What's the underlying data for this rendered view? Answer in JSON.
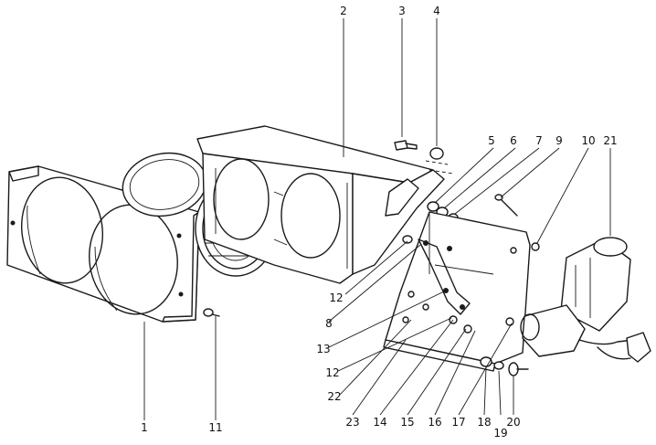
{
  "callouts": [
    {
      "id": "c1",
      "label": "1"
    },
    {
      "id": "c2",
      "label": "2"
    },
    {
      "id": "c3",
      "label": "3"
    },
    {
      "id": "c4",
      "label": "4"
    },
    {
      "id": "c5",
      "label": "5"
    },
    {
      "id": "c6",
      "label": "6"
    },
    {
      "id": "c7",
      "label": "7"
    },
    {
      "id": "c8",
      "label": "8"
    },
    {
      "id": "c9",
      "label": "9"
    },
    {
      "id": "c10",
      "label": "10"
    },
    {
      "id": "c11",
      "label": "11"
    },
    {
      "id": "c12a",
      "label": "12"
    },
    {
      "id": "c12b",
      "label": "12"
    },
    {
      "id": "c13",
      "label": "13"
    },
    {
      "id": "c14",
      "label": "14"
    },
    {
      "id": "c15",
      "label": "15"
    },
    {
      "id": "c16",
      "label": "16"
    },
    {
      "id": "c17",
      "label": "17"
    },
    {
      "id": "c18",
      "label": "18"
    },
    {
      "id": "c19",
      "label": "19"
    },
    {
      "id": "c20",
      "label": "20"
    },
    {
      "id": "c21",
      "label": "21"
    },
    {
      "id": "c22",
      "label": "22"
    },
    {
      "id": "c23",
      "label": "23"
    }
  ]
}
